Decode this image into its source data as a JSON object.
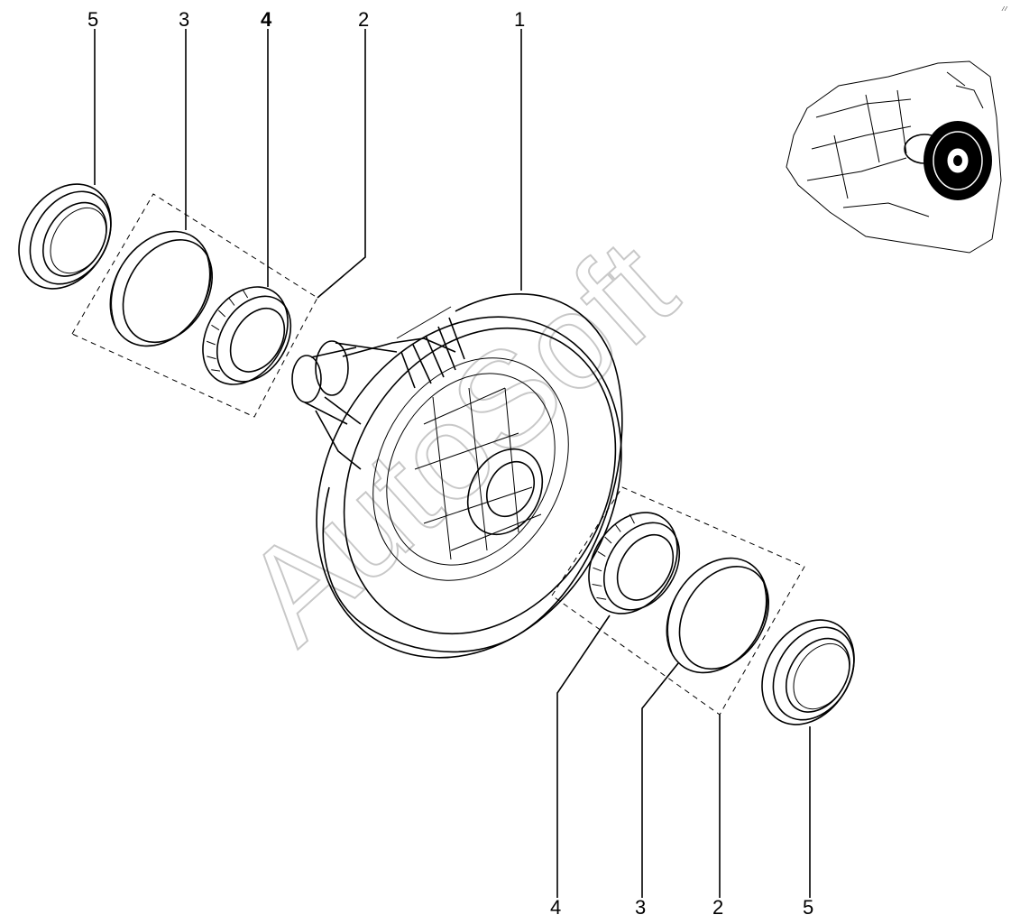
{
  "callouts_top": [
    {
      "label": "5",
      "bold": false
    },
    {
      "label": "3",
      "bold": false
    },
    {
      "label": "4",
      "bold": true
    },
    {
      "label": "2",
      "bold": false
    },
    {
      "label": "1",
      "bold": false
    }
  ],
  "callouts_bottom": [
    {
      "label": "4"
    },
    {
      "label": "3"
    },
    {
      "label": "2"
    },
    {
      "label": "5"
    }
  ],
  "watermark": "AutoSoft",
  "colors": {
    "line": "#000000",
    "watermark": "#c8c8c8",
    "background": "#ffffff"
  }
}
